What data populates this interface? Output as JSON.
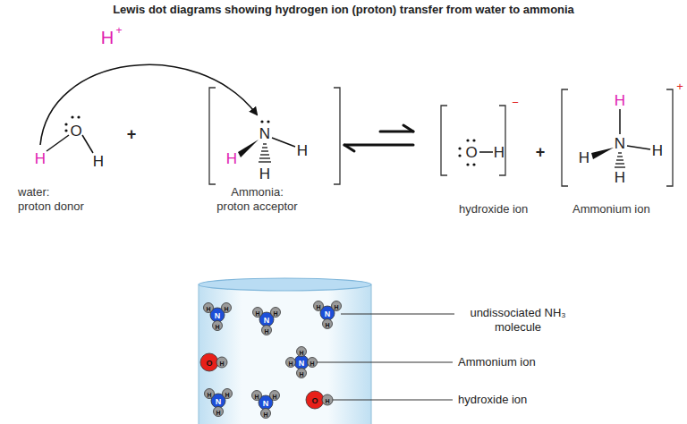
{
  "diagram": {
    "title": "Lewis dot diagrams showing hydrogen ion (proton) transfer from water to ammonia",
    "labels": [
      "H",
      "+",
      "H",
      "O",
      "H",
      "+",
      "N",
      "H",
      "H",
      "H",
      "O",
      "H",
      "−",
      "+",
      "H",
      "N",
      "H",
      "H",
      "H",
      "+",
      "water: proton donor",
      "Ammonia: proton acceptor",
      "hydroxide ion",
      "Ammonium ion",
      "N",
      "H",
      "H",
      "H",
      "N",
      "H",
      "H",
      "H",
      "N",
      "H",
      "H",
      "H",
      "O",
      "H",
      "N",
      "H",
      "H",
      "H",
      "H",
      "N",
      "H",
      "H",
      "H",
      "N",
      "H",
      "H",
      "H",
      "O",
      "H",
      "undissociated NH₃ molecule",
      "Ammonium ion",
      "hydroxide ion"
    ]
  }
}
